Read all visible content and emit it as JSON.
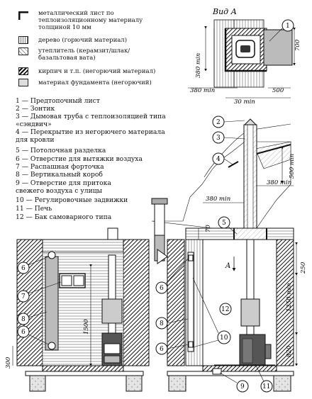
{
  "legend": [
    {
      "id": "steel",
      "text": "металлический лист по\nтеплоизоляционному материалу\nтолщиной 10 мм"
    },
    {
      "id": "wood",
      "text": "дерево (горючий материал)"
    },
    {
      "id": "insul",
      "text": "утеплитель (керамзит/шлак/\nбазальтовая вата)"
    },
    {
      "id": "brick",
      "text": "кирпич и т.п. (негорючий материал)"
    },
    {
      "id": "found",
      "text": "материал фундамента (негорючий)"
    }
  ],
  "items": [
    "1 — Предтопочный лист",
    "2 — Зонтик",
    "3 — Дымовая труба с теплоизоляцией типа\n«сэндвич»",
    "4 — Перекрытие из негорючего материала\nдля кровли",
    "5 — Потолочная разделка",
    "6 — Отверстие для вытяжки воздуха",
    "7 — Распашная форточка",
    "8 — Вертикальный короб",
    "9 — Отверстие для притока\nсвежего воздуха с улицы",
    "10 — Регулировочные задвижки",
    "11 — Печь",
    "12 — Бак самоварного типа"
  ],
  "view_a": {
    "title": "Вид А",
    "dims": {
      "h_380": "380 min",
      "h_700": "700",
      "w_380": "380 min",
      "w_30": "30 min",
      "w_500": "500"
    }
  },
  "section_dims": {
    "d500": "500 min",
    "d380r": "380 min",
    "d380l": "380 min",
    "d70": "70",
    "d250": "250",
    "d1250": "1250 min",
    "d820": "820",
    "arrowA": "A"
  },
  "left_dims": {
    "d1500": "1500",
    "d300": "300"
  },
  "callouts": {
    "c1": "1",
    "c2": "2",
    "c3": "3",
    "c4": "4",
    "c5": "5",
    "c6a": "6",
    "c6b": "6",
    "c6c": "6",
    "c6d": "6",
    "c7": "7",
    "c8a": "8",
    "c8b": "8",
    "c9": "9",
    "c10": "10",
    "c11": "11",
    "c12": "12"
  }
}
